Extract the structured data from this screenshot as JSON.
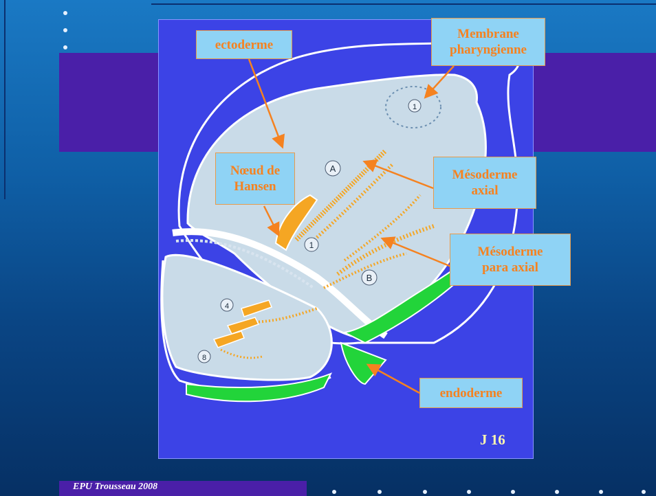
{
  "footer": {
    "text": "EPU Trousseau 2008"
  },
  "figure": {
    "stage": "J 16",
    "labels": {
      "ectoderme": "ectoderme",
      "membrane": "Membrane\npharyngienne",
      "noeud": "Nœud de\nHansen",
      "mesoderme_axial": "Mésoderme\naxial",
      "mesoderme_para_axial": "Mésoderme\npara axial",
      "endoderme": "endoderme"
    },
    "letters": [
      "1",
      "A",
      "1",
      "B",
      "4",
      "8"
    ]
  },
  "colors": {
    "background": "#1a79c4",
    "band": "#4a1fa8",
    "figure_bg": "#3c43e6",
    "tissue": "#c9dbe8",
    "mesoderm": "#f5a623",
    "endoderm": "#22d43a",
    "label_bg": "#8fd3f5",
    "label_text": "#f58220"
  }
}
